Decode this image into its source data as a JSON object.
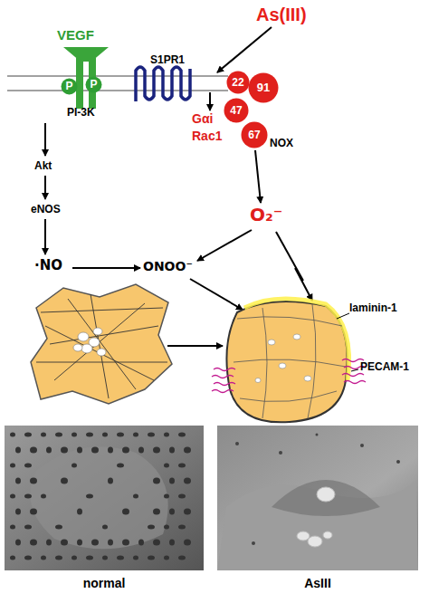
{
  "diagram": {
    "nodes": [
      {
        "text": [
          "P"
        ]
      },
      {
        "text": [
          "P"
        ]
      },
      {
        "text": [
          "22"
        ]
      },
      {
        "text": [
          "91"
        ]
      },
      {
        "text": [
          "47"
        ]
      },
      {
        "text": [
          "67"
        ]
      },
      {
        "text": [
          "normal"
        ]
      },
      {
        "text": [
          "AsIII"
        ]
      }
    ],
    "labels": [
      "As(III)",
      "VEGF",
      "S1PR1",
      "PI-3K",
      "Gαi",
      "Rac1",
      "NOX",
      "Akt",
      "eNOS",
      "O₂⁻",
      "·NO",
      "ONOO⁻",
      "laminin-1",
      "PECAM-1"
    ]
  }
}
